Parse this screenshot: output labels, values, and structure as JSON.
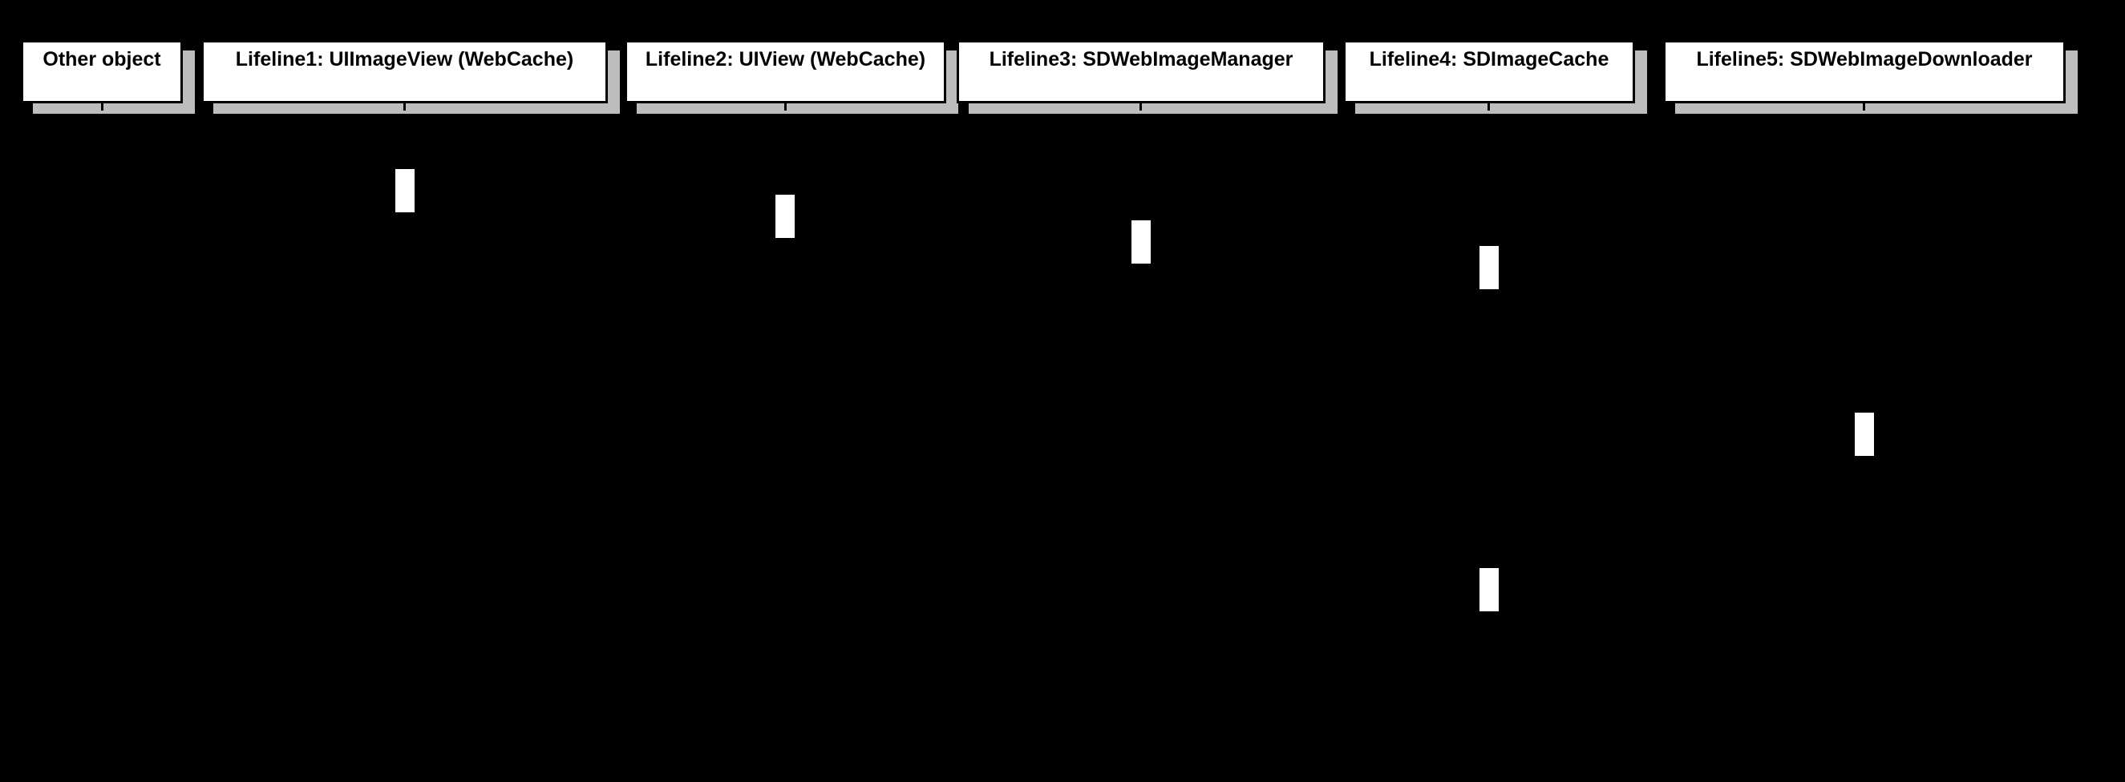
{
  "diagram": {
    "type": "uml-sequence-diagram",
    "colors": {
      "background": "#000000",
      "lifeline_box_fill": "#ffffff",
      "lifeline_box_border": "#000000",
      "shadow": "#bdbdbd",
      "label_text": "#000000",
      "activation_fill": "#ffffff"
    },
    "lifelines": [
      {
        "label": "Other object"
      },
      {
        "label": "Lifeline1: UIImageView (WebCache)"
      },
      {
        "label": "Lifeline2: UIView (WebCache)"
      },
      {
        "label": "Lifeline3: SDWebImageManager"
      },
      {
        "label": "Lifeline4: SDImageCache"
      },
      {
        "label": "Lifeline5: SDWebImageDownloader"
      }
    ],
    "activations": [
      {
        "lifeline_index": 1
      },
      {
        "lifeline_index": 2
      },
      {
        "lifeline_index": 3
      },
      {
        "lifeline_index": 4
      },
      {
        "lifeline_index": 5
      },
      {
        "lifeline_index": 4
      }
    ]
  }
}
